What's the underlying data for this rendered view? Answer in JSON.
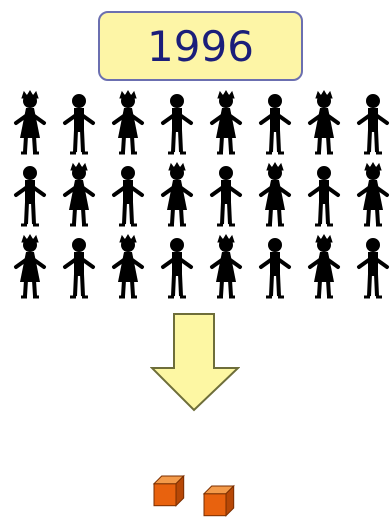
{
  "year": "1996",
  "people": {
    "rows": 3,
    "cols": 8,
    "color": "#000000"
  },
  "arrow": {
    "fill": "#fdf7a3",
    "stroke": "#6e6e3a",
    "direction": "down"
  },
  "cubes": {
    "count": 2,
    "front_color": "#e8620e",
    "top_color": "#f39a4a",
    "side_color": "#b74806"
  }
}
